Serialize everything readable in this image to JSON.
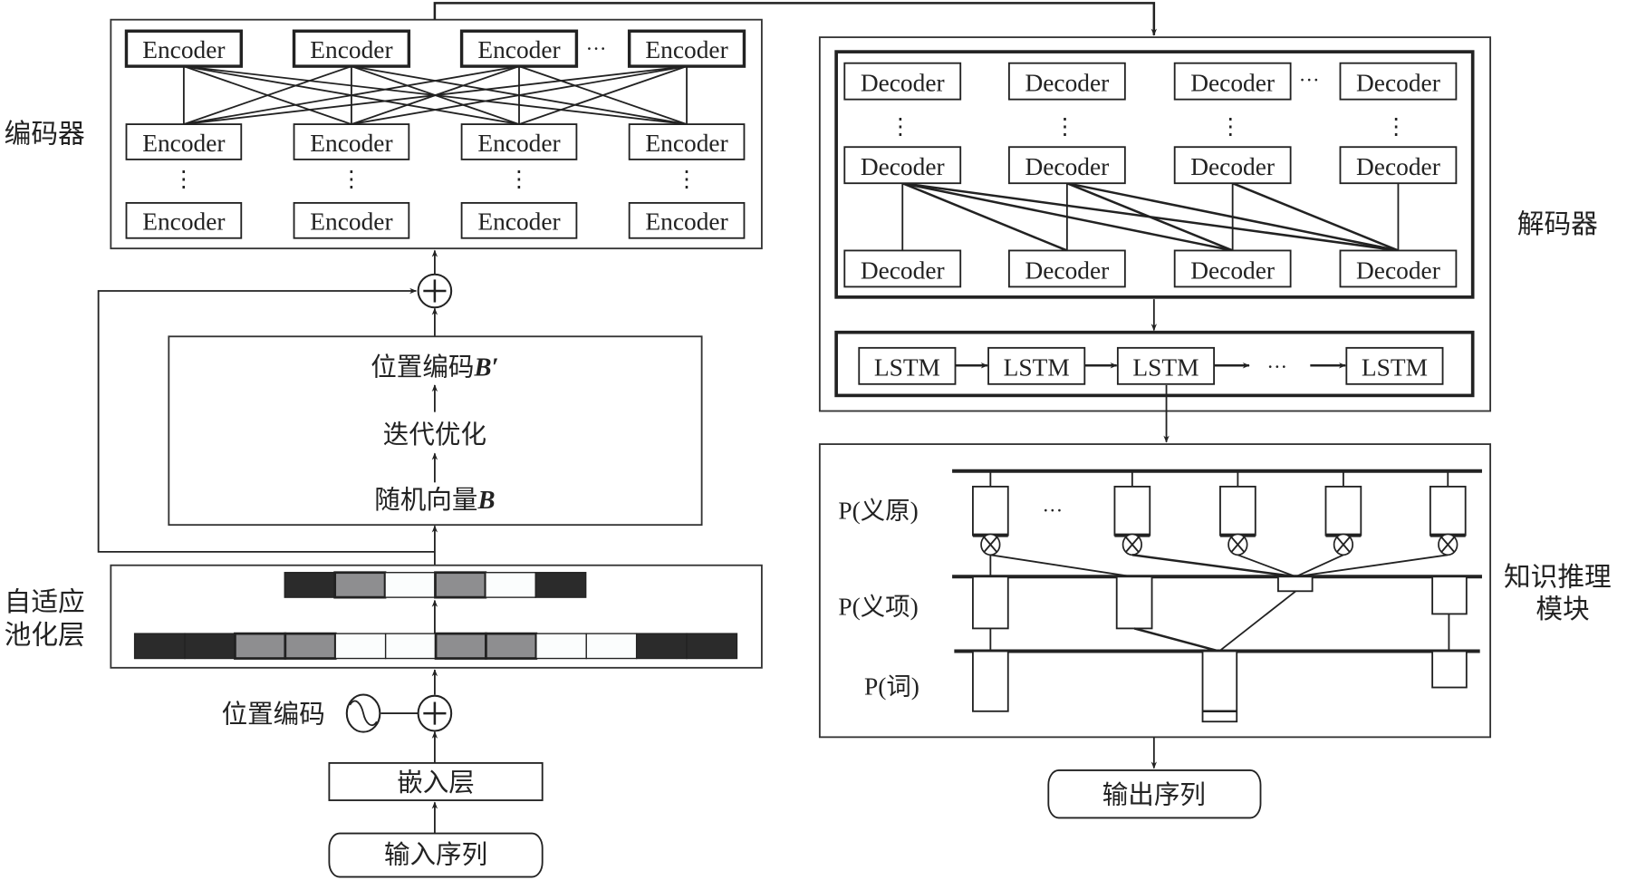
{
  "encoder": {
    "side_label": "编码器",
    "block_label": "Encoder",
    "rows": 3,
    "columns": 4,
    "ellipsis": "···",
    "vertical_ellipsis": "⋮"
  },
  "decoder": {
    "side_label": "解码器",
    "block_label": "Decoder",
    "rows": 3,
    "columns": 4,
    "ellipsis": "···",
    "vertical_ellipsis": "⋮"
  },
  "lstm": {
    "block_label": "LSTM",
    "count": 4,
    "ellipsis": "···"
  },
  "position_module": {
    "top": "位置编码",
    "top_var": "B′",
    "middle": "迭代优化",
    "bottom": "随机向量",
    "bottom_var": "B"
  },
  "pooling": {
    "side_label_line1": "自适应",
    "side_label_line2": "池化层",
    "top_row": [
      "dark",
      "gray",
      "white",
      "gray",
      "white",
      "dark"
    ],
    "bottom_row": [
      "dark",
      "dark",
      "gray",
      "gray",
      "white",
      "white",
      "gray",
      "gray",
      "white",
      "white",
      "dark",
      "dark"
    ],
    "colors": {
      "dark": "#2b2b2b",
      "gray": "#8e8e90",
      "white": "#fbfdfd"
    }
  },
  "positional_encoding_label": "位置编码",
  "embedding_label": "嵌入层",
  "input_label": "输入序列",
  "output_label": "输出序列",
  "knowledge": {
    "side_label_line1": "知识推理",
    "side_label_line2": "模块",
    "row_labels": [
      "P(义原)",
      "P(义项)",
      "P(词)"
    ],
    "ellipsis": "···",
    "multiply_symbol": "⊗"
  },
  "plus_symbol": "+"
}
